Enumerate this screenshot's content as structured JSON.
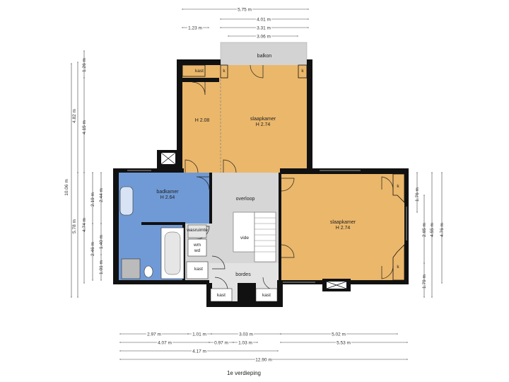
{
  "caption": "1e verdieping",
  "colors": {
    "bedroom": "#ebb76a",
    "bathroom": "#6f9ad6",
    "hall": "#d6d6d6",
    "balcony": "#d3d3d3",
    "wall": "#111111"
  },
  "rooms": {
    "balkon": "balkon",
    "kast_top": "kast",
    "k1": "k",
    "k2": "k",
    "h208": "H 2.08",
    "slaapkamer1_name": "slaapkamer",
    "slaapkamer1_h": "H 2.74",
    "badkamer_name": "badkamer",
    "badkamer_h": "H 2.64",
    "overloop": "overloop",
    "vide": "vide",
    "wasruimte": "wasruimte",
    "wm": "wm",
    "wd": "wd",
    "kast_mid": "kast",
    "bordes": "bordes",
    "kast_bl": "kast",
    "kast_br": "kast",
    "slaapkamer2_name": "slaapkamer",
    "slaapkamer2_h": "H 2.74",
    "k3": "k",
    "k4": "k"
  },
  "dims": {
    "top_575": "5.75 m",
    "top_401": "4.01 m",
    "top_123": "1.23 m",
    "top_331": "3.31 m",
    "top_306": "3.06 m",
    "left_1006": "10.06 m",
    "left_126": "1.26 m",
    "left_482": "4.82 m",
    "left_415": "4.15 m",
    "left_578": "5.78 m",
    "left_474": "4.74 m",
    "left_219": "2.19 m",
    "left_244": "2.44 m",
    "left_246": "2.46 m",
    "left_140": "1.40 m",
    "left_101": "1.01 m",
    "right_176": "1.76 m",
    "right_265": "2.65 m",
    "right_476": "4.76 m",
    "right_455": "4.55 m",
    "right_179": "1.79 m",
    "bot_297": "2.97 m",
    "bot_101": "1.01 m",
    "bot_303": "3.03 m",
    "bot_502": "5.02 m",
    "bot_407": "4.07 m",
    "bot_097": "0.97 m",
    "bot_103": "1.03 m",
    "bot_553": "5.53 m",
    "bot_417": "4.17 m",
    "bot_1290": "12.90 m"
  }
}
